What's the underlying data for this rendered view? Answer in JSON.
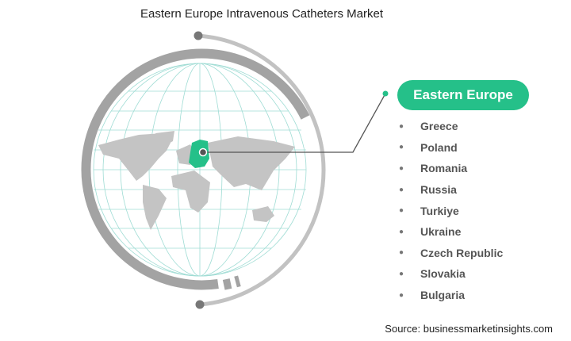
{
  "title": "Eastern Europe Intravenous Catheters Market",
  "region_label": "Eastern Europe",
  "countries": [
    "Greece",
    "Poland",
    "Romania",
    "Russia",
    "Turkiye",
    "Ukraine",
    "Czech Republic",
    "Slovakia",
    "Bulgaria"
  ],
  "source": "Source: businessmarketinsights.com",
  "colors": {
    "accent": "#25c089",
    "land": "#c4c4c4",
    "ring_dark": "#a3a3a3",
    "ring_light": "#c2c2c2",
    "grid": "#9fdcd4"
  }
}
